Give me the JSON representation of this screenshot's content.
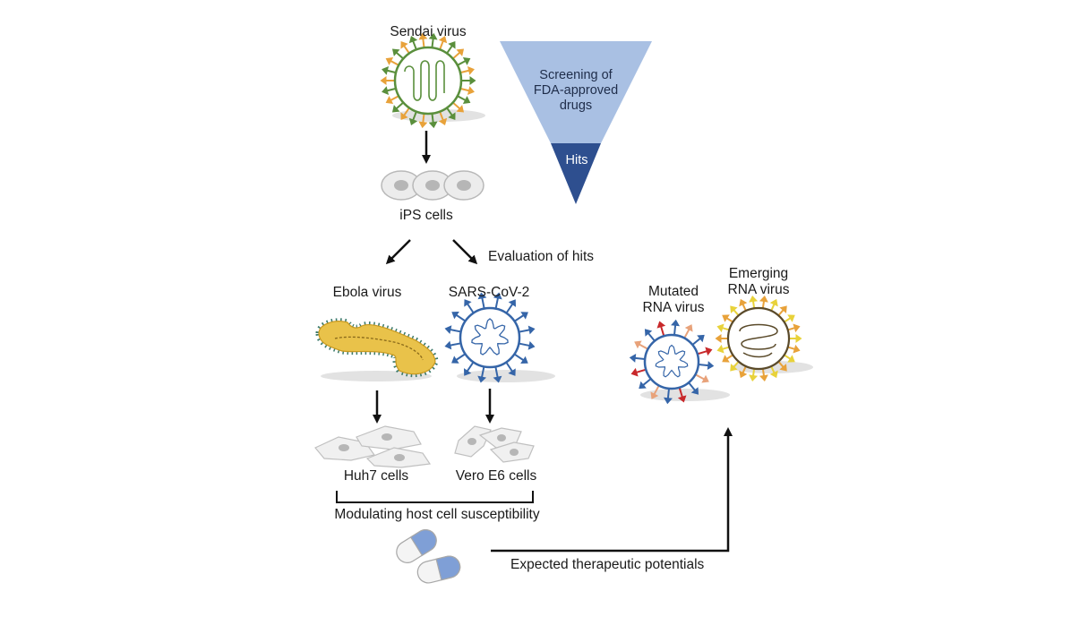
{
  "labels": {
    "sendai": "Sendai virus",
    "screening_line1": "Screening of",
    "screening_line2": "FDA-approved drugs",
    "hits": "Hits",
    "ips": "iPS cells",
    "evaluation": "Evaluation of hits",
    "ebola": "Ebola virus",
    "sars": "SARS-CoV-2",
    "mutated_line1": "Mutated",
    "mutated_line2": "RNA virus",
    "emerging_line1": "Emerging",
    "emerging_line2": "RNA virus",
    "huh7": "Huh7 cells",
    "vero": "Vero E6 cells",
    "modulating": "Modulating host cell susceptibility",
    "expected": "Expected therapeutic potentials"
  },
  "colors": {
    "funnel_light": "#a9c0e3",
    "funnel_dark": "#2e4f8f",
    "sendai_green": "#5a8f3c",
    "sendai_orange": "#e8a23a",
    "ebola_yellow": "#e9c24a",
    "ebola_spike": "#3d7a6a",
    "sars_blue": "#3565a8",
    "mutated_orange": "#e8a27a",
    "mutated_red": "#c8282a",
    "emerging_yellow": "#e8d23a",
    "emerging_orange": "#e8a23a",
    "capsule_blue": "#7f9fd6",
    "arrow": "#111111"
  }
}
